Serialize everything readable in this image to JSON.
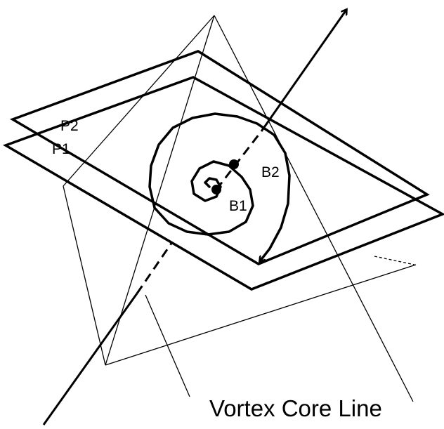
{
  "labels": {
    "plane_2": "P2",
    "plane_1": "P1",
    "point_1": "B1",
    "point_2": "B2",
    "caption": "Vortex Core Line"
  },
  "colors": {
    "stroke": "#000000",
    "background": "#ffffff"
  }
}
